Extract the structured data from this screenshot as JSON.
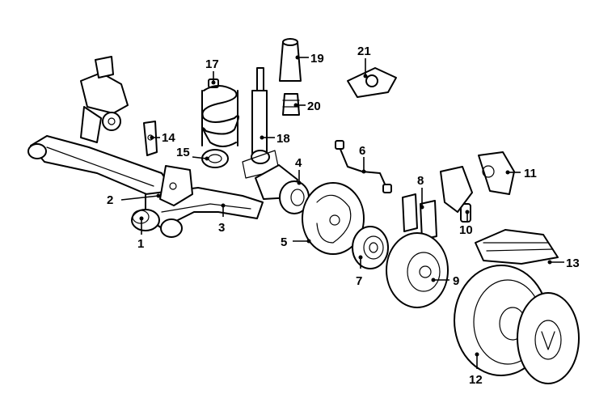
{
  "diagram": {
    "callouts": {
      "p1": "1",
      "p2": "2",
      "p3": "3",
      "p4": "4",
      "p5": "5",
      "p6": "6",
      "p7": "7",
      "p8": "8",
      "p9": "9",
      "p10": "10",
      "p11": "11",
      "p12": "12",
      "p13": "13",
      "p14": "14",
      "p15": "15",
      "p17": "17",
      "p18": "18",
      "p19": "19",
      "p20": "20",
      "p21": "21"
    }
  }
}
